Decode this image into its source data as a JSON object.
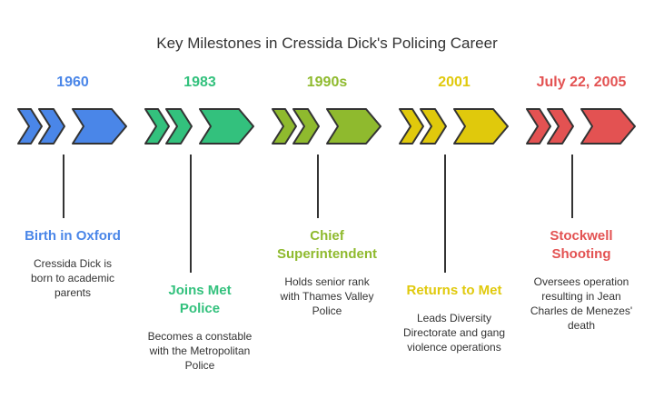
{
  "title": "Key Milestones in Cressida Dick's Policing Career",
  "milestones": [
    {
      "year": "1960",
      "heading": "Birth in Oxford",
      "description": "Cressida Dick is born to academic parents",
      "color": "#4a86e8"
    },
    {
      "year": "1983",
      "heading": "Joins Met Police",
      "description": "Becomes a constable with the Metropolitan Police",
      "color": "#33c17d"
    },
    {
      "year": "1990s",
      "heading": "Chief Superintendent",
      "description": "Holds senior rank with Thames Valley Police",
      "color": "#8fba2e"
    },
    {
      "year": "2001",
      "heading": "Returns to Met",
      "description": "Leads Diversity Directorate and gang violence operations",
      "color": "#e0c90c"
    },
    {
      "year": "July 22, 2005",
      "heading": "Stockwell Shooting",
      "description": "Oversees operation resulting in Jean Charles de Menezes' death",
      "color": "#e35252"
    }
  ]
}
